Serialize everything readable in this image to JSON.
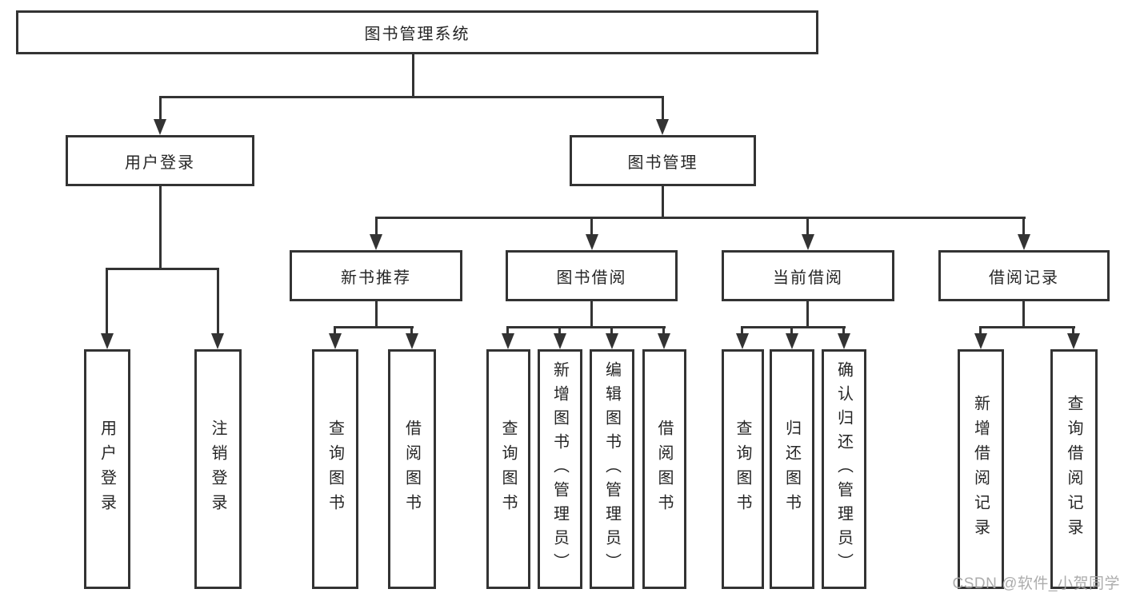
{
  "diagram": {
    "root": {
      "label": "图书管理系统"
    },
    "level1": [
      {
        "label": "用户登录",
        "parent": "图书管理系统"
      },
      {
        "label": "图书管理",
        "parent": "图书管理系统"
      }
    ],
    "level2": [
      {
        "label": "新书推荐",
        "parent": "图书管理"
      },
      {
        "label": "图书借阅",
        "parent": "图书管理"
      },
      {
        "label": "当前借阅",
        "parent": "图书管理"
      },
      {
        "label": "借阅记录",
        "parent": "图书管理"
      }
    ],
    "leaves": [
      {
        "label": "用户登录",
        "parent": "用户登录"
      },
      {
        "label": "注销登录",
        "parent": "用户登录"
      },
      {
        "label": "查询图书",
        "parent": "新书推荐"
      },
      {
        "label": "借阅图书",
        "parent": "新书推荐"
      },
      {
        "label": "查询图书",
        "parent": "图书借阅"
      },
      {
        "label": "新增图书（管理员）",
        "parent": "图书借阅"
      },
      {
        "label": "编辑图书（管理员）",
        "parent": "图书借阅"
      },
      {
        "label": "借阅图书",
        "parent": "图书借阅"
      },
      {
        "label": "查询图书",
        "parent": "当前借阅"
      },
      {
        "label": "归还图书",
        "parent": "当前借阅"
      },
      {
        "label": "确认归还（管理员）",
        "parent": "当前借阅"
      },
      {
        "label": "新增借阅记录",
        "parent": "借阅记录"
      },
      {
        "label": "查询借阅记录",
        "parent": "借阅记录"
      }
    ],
    "watermark": "CSDN @软件_小贺同学",
    "colors": {
      "line": "#333333",
      "text": "#262626",
      "watermark": "#a6a6a6",
      "background": "#ffffff"
    }
  }
}
